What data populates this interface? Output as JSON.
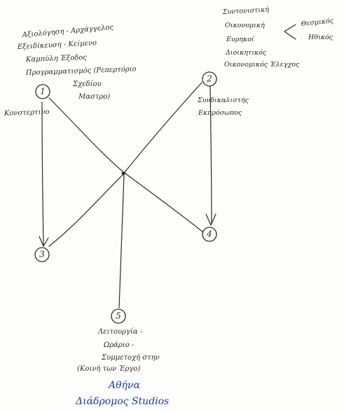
{
  "nodes": [
    {
      "id": "1",
      "label": "1"
    },
    {
      "id": "2",
      "label": "2"
    },
    {
      "id": "3",
      "label": "3"
    },
    {
      "id": "4",
      "label": "4"
    },
    {
      "id": "5",
      "label": "5"
    }
  ],
  "notes": {
    "node1": [
      "Αξιολόγηση - Αρχάγγελος",
      "Εξειδίκευση - Κείμενο",
      "Καμπύλη Έξοδος",
      "Προγραμματισμός (Ρεπερτόριο",
      "Σχεδίου",
      "Μαστρο)"
    ],
    "left": [
      "Κονστερτινο"
    ],
    "node2": [
      "Συνδικαλιστής",
      "Εκπρόσωπος"
    ],
    "topRight": [
      "Συντονιστική",
      "Οικονομική",
      "Ευρηκοί",
      "Διοικητικός",
      "Οικονομικός Έλεγχος"
    ],
    "topRightBrace": [
      "Θεσμικός",
      "Ηθικός"
    ],
    "node5": [
      "Λειτουργία -",
      "Ωράριο -",
      "Συμμετοχή στην",
      "(Κοινή των Έργο)"
    ],
    "signature": [
      "Αθήνα",
      "Διάδρομος Studios"
    ]
  }
}
